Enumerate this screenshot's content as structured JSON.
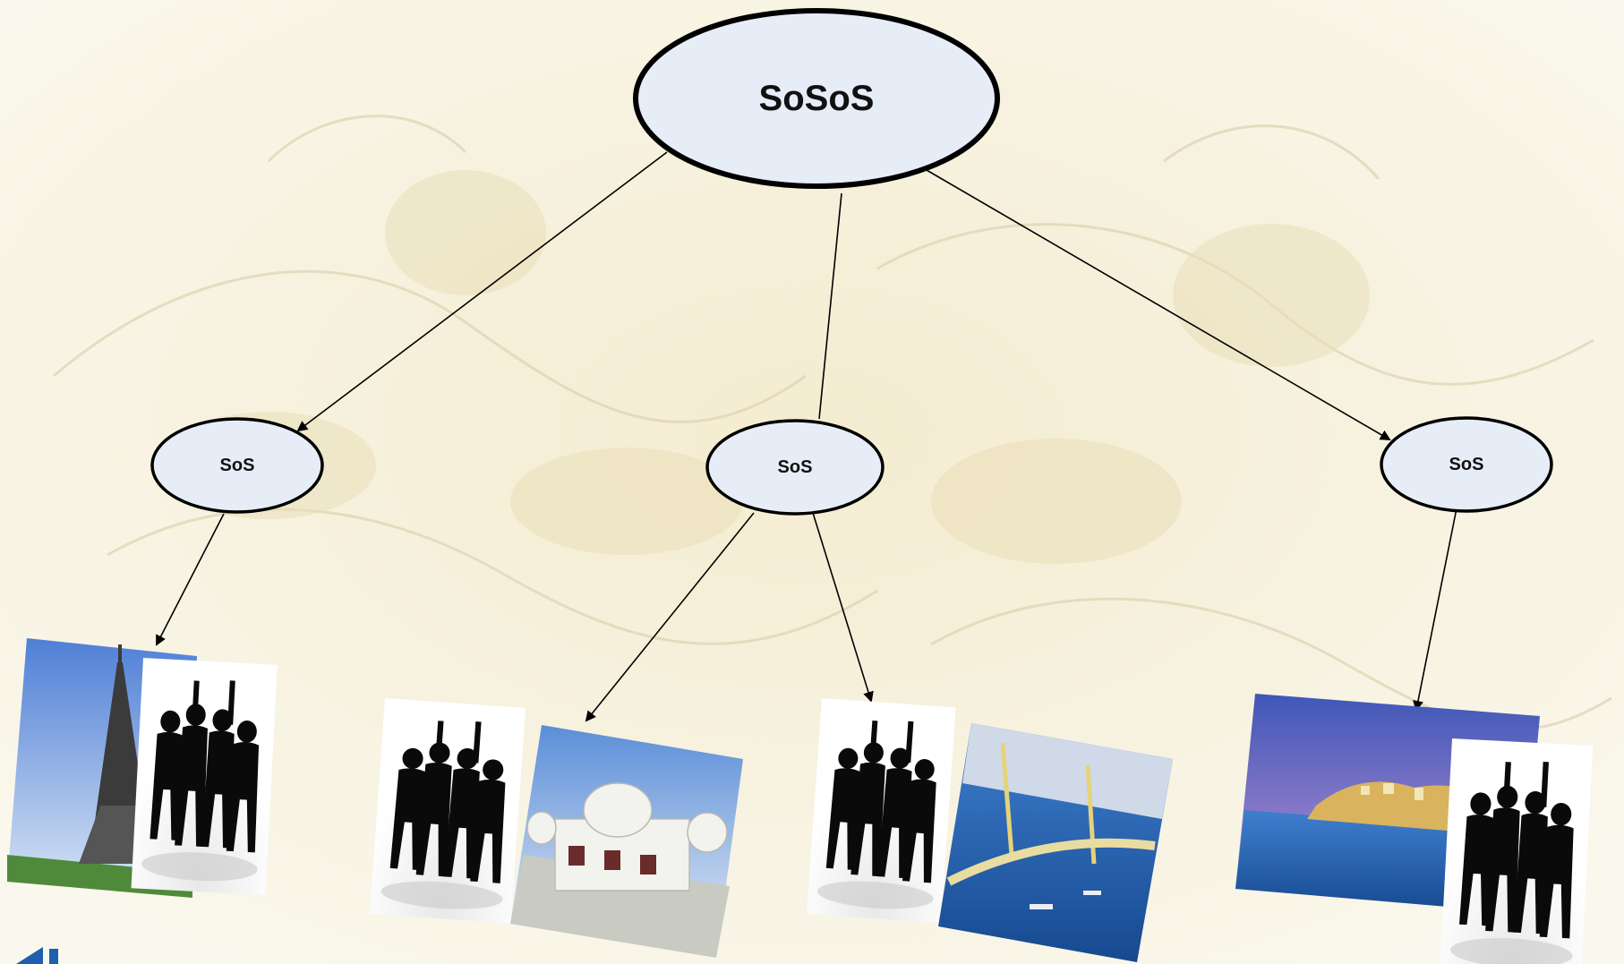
{
  "diagram": {
    "root": {
      "label": "SoSoS"
    },
    "children": [
      {
        "label": "SoS"
      },
      {
        "label": "SoS"
      },
      {
        "label": "SoS"
      }
    ]
  },
  "images": [
    {
      "photo": "eiffel-tower",
      "group": "silhouette-group"
    },
    {
      "group": "silhouette-group",
      "photo": "palace"
    },
    {
      "group": "silhouette-group",
      "photo": "bridge"
    },
    {
      "photo": "harbor-town",
      "group": "silhouette-group"
    }
  ],
  "colors": {
    "node_fill": "#e6edf7",
    "node_stroke": "#000000",
    "background": "#f6f3e4",
    "logo": "#1f5fae"
  }
}
